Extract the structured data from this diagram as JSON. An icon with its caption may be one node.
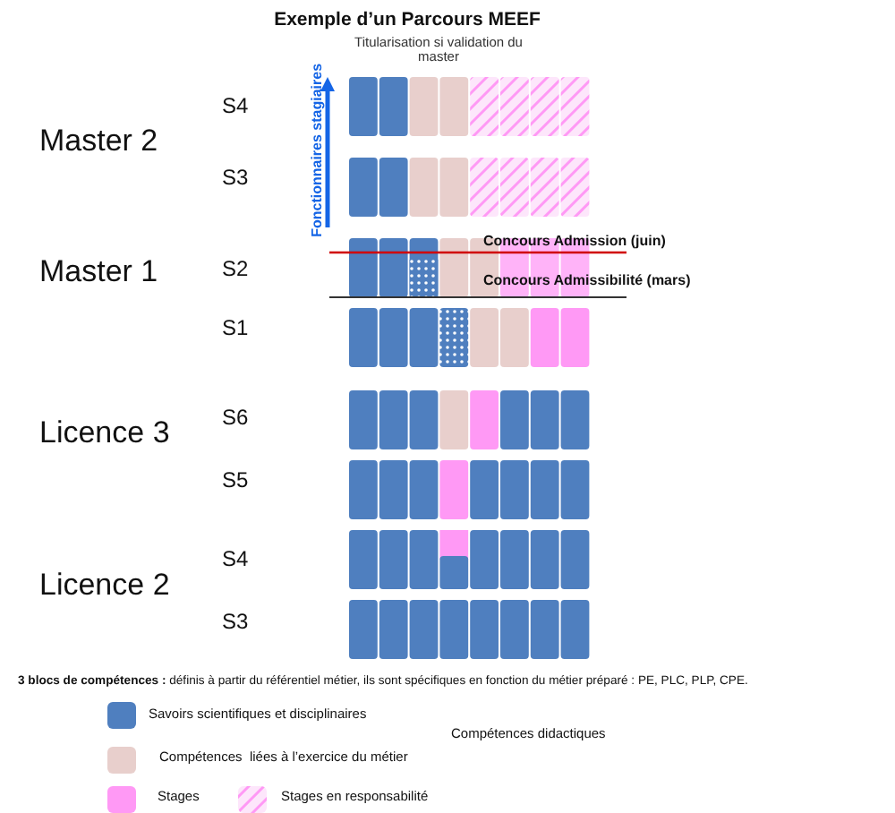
{
  "diagram": {
    "title": "Exemple d’un Parcours MEEF",
    "labels": [
      "Titularisation si validation du master",
      "Fonctionnaires stagiaires",
      "S4",
      "Master 2",
      "S3",
      "Concours Admission (juin)",
      "S2",
      "Master 1",
      "Concours Admissibilité (mars)",
      "S1",
      "S6",
      "Licence 3",
      "S5",
      "S4",
      "Licence 2",
      "S3",
      "**3 blocs de compétences :** définis à partir du référentiel métier, ils sont spécifiques en fonction du métier préparé : PE, PLC, PLP, CPE."
    ],
    "legend": [
      {
        "text": "Savoirs scientifiques et disciplinaires",
        "color": "#4f7fbf"
      },
      {
        "text": "Compétences didactiques"
      },
      {
        "text": "Compétences  liées à l’exercice du métier",
        "color": "#e8cfcc"
      },
      {
        "text": "Stages",
        "color": "#ff99f5"
      },
      {
        "text": "Stages en responsabilité"
      }
    ]
  }
}
